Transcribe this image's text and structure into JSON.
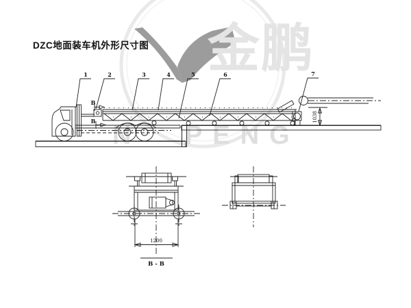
{
  "title": "DZC地面装车机外形尺寸图",
  "watermark": {
    "brand_cn": "金鹏",
    "brand_en": "N PENG"
  },
  "diagram": {
    "part_labels": [
      "1",
      "2",
      "3",
      "4",
      "5",
      "6",
      "7"
    ],
    "section_cut": {
      "mark_top": "B",
      "mark_bottom": "B"
    },
    "dimensions": {
      "discharge_height": "1038",
      "wheel_track": "1200"
    },
    "section_view_label": "B - B"
  }
}
